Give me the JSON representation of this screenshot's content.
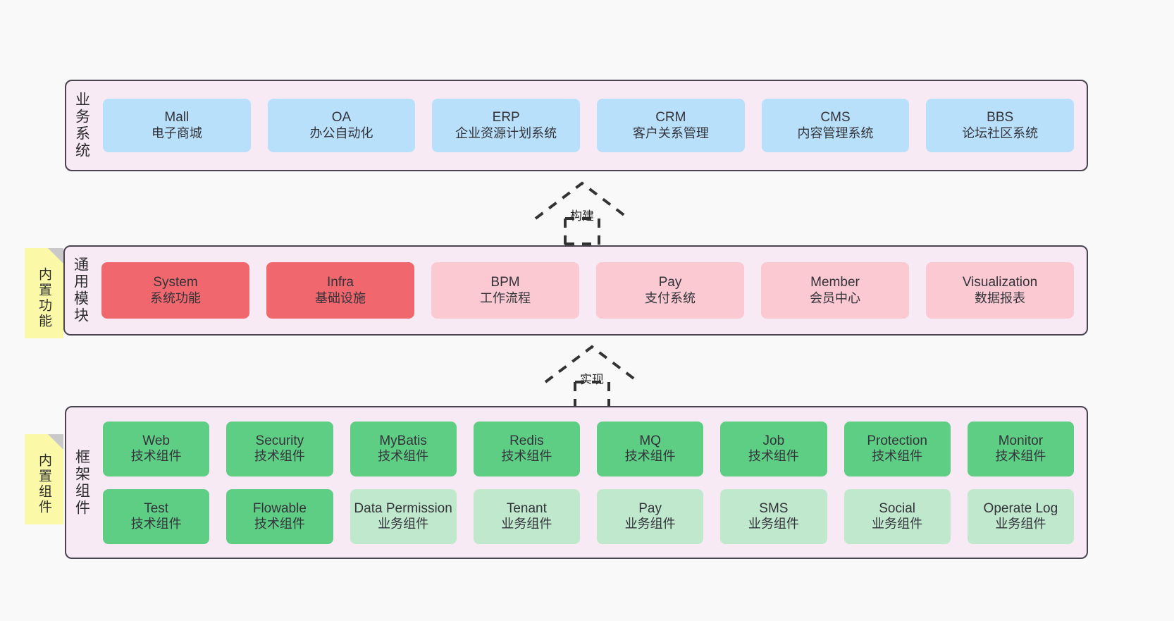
{
  "diagram": {
    "title": "",
    "background": "#f9f9f9",
    "layers": [
      {
        "id": "business",
        "label": "业务系统",
        "rows": [
          [
            {
              "name": "Mall",
              "desc": "电子商城",
              "style": "blue"
            },
            {
              "name": "OA",
              "desc": "办公自动化",
              "style": "blue"
            },
            {
              "name": "ERP",
              "desc": "企业资源计划系统",
              "style": "blue"
            },
            {
              "name": "CRM",
              "desc": "客户关系管理",
              "style": "blue"
            },
            {
              "name": "CMS",
              "desc": "内容管理系统",
              "style": "blue"
            },
            {
              "name": "BBS",
              "desc": "论坛社区系统",
              "style": "blue"
            }
          ]
        ]
      },
      {
        "id": "modules",
        "label": "通用模块",
        "sticky": "内置功能",
        "rows": [
          [
            {
              "name": "System",
              "desc": "系统功能",
              "style": "red"
            },
            {
              "name": "Infra",
              "desc": "基础设施",
              "style": "red"
            },
            {
              "name": "BPM",
              "desc": "工作流程",
              "style": "pink"
            },
            {
              "name": "Pay",
              "desc": "支付系统",
              "style": "pink"
            },
            {
              "name": "Member",
              "desc": "会员中心",
              "style": "pink"
            },
            {
              "name": "Visualization",
              "desc": "数据报表",
              "style": "pink"
            }
          ]
        ]
      },
      {
        "id": "framework",
        "label": "框架组件",
        "sticky": "内置组件",
        "rows": [
          [
            {
              "name": "Web",
              "desc": "技术组件",
              "style": "green"
            },
            {
              "name": "Security",
              "desc": "技术组件",
              "style": "green"
            },
            {
              "name": "MyBatis",
              "desc": "技术组件",
              "style": "green"
            },
            {
              "name": "Redis",
              "desc": "技术组件",
              "style": "green"
            },
            {
              "name": "MQ",
              "desc": "技术组件",
              "style": "green"
            },
            {
              "name": "Job",
              "desc": "技术组件",
              "style": "green"
            },
            {
              "name": "Protection",
              "desc": "技术组件",
              "style": "green"
            },
            {
              "name": "Monitor",
              "desc": "技术组件",
              "style": "green"
            }
          ],
          [
            {
              "name": "Test",
              "desc": "技术组件",
              "style": "green"
            },
            {
              "name": "Flowable",
              "desc": "技术组件",
              "style": "green"
            },
            {
              "name": "Data Permission",
              "desc": "业务组件",
              "style": "lightgreen"
            },
            {
              "name": "Tenant",
              "desc": "业务组件",
              "style": "lightgreen"
            },
            {
              "name": "Pay",
              "desc": "业务组件",
              "style": "lightgreen"
            },
            {
              "name": "SMS",
              "desc": "业务组件",
              "style": "lightgreen"
            },
            {
              "name": "Social",
              "desc": "业务组件",
              "style": "lightgreen"
            },
            {
              "name": "Operate Log",
              "desc": "业务组件",
              "style": "lightgreen"
            }
          ]
        ]
      }
    ],
    "connectors": [
      {
        "id": "build",
        "label": "构建"
      },
      {
        "id": "implement",
        "label": "实现"
      }
    ],
    "colors": {
      "panel_fill": "#f7eaf4",
      "panel_border": "#4a4450",
      "blue": "#b9e0fb",
      "red": "#f0686e",
      "pink": "#fbc9d2",
      "green": "#5fce85",
      "lightgreen": "#bfe8cc",
      "sticky": "#fbf8a8",
      "background": "#f9f9f9"
    }
  }
}
